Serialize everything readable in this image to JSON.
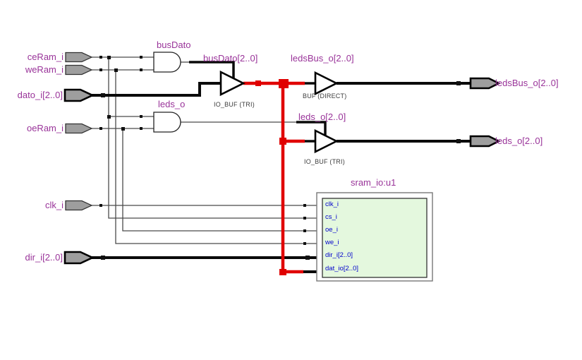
{
  "diagram_type": "rtl-schematic",
  "colors": {
    "label_purple": "#993399",
    "block_port_blue": "#0000cc",
    "selected_net_red": "#e00000",
    "block_fill_green": "#e4f8de",
    "port_fill_gray": "#9e9e9e",
    "background": "#ffffff"
  },
  "input_ports": [
    {
      "name": "ceRam_i",
      "type": "scalar"
    },
    {
      "name": "weRam_i",
      "type": "scalar"
    },
    {
      "name": "dato_i[2..0]",
      "type": "bus"
    },
    {
      "name": "oeRam_i",
      "type": "scalar"
    },
    {
      "name": "clk_i",
      "type": "scalar"
    },
    {
      "name": "dir_i[2..0]",
      "type": "bus"
    }
  ],
  "output_ports": [
    {
      "name": "ledsBus_o[2..0]",
      "type": "bus"
    },
    {
      "name": "leds_o[2..0]",
      "type": "bus"
    }
  ],
  "gates": [
    {
      "label": "busDato",
      "type": "AND2"
    },
    {
      "label": "leds_o",
      "type": "AND2"
    }
  ],
  "buffers": [
    {
      "net_label": "busDato[2..0]",
      "cell": "IO_BUF (TRI)"
    },
    {
      "net_label": "ledsBus_o[2..0]",
      "cell": "BUF (DIRECT)"
    },
    {
      "net_label": "leds_o[2..0]",
      "cell": "IO_BUF (TRI)"
    }
  ],
  "block": {
    "title": "sram_io:u1",
    "ports": [
      {
        "name": "clk_i"
      },
      {
        "name": "cs_i"
      },
      {
        "name": "oe_i"
      },
      {
        "name": "we_i"
      },
      {
        "name": "dir_i[2..0]"
      },
      {
        "name": "dat_io[2..0]"
      }
    ]
  },
  "selected_net": "dat_io[2..0]"
}
